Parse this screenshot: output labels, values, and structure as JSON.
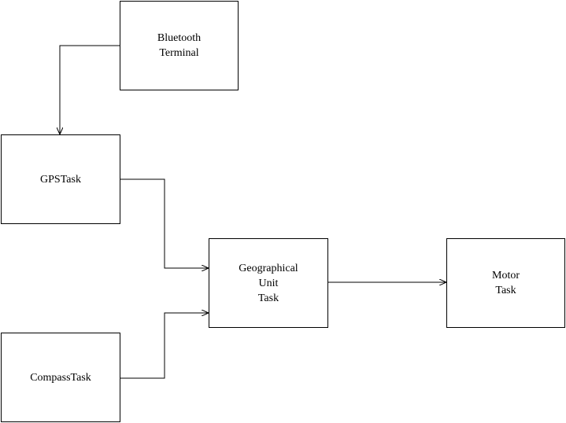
{
  "diagram": {
    "nodes": {
      "bluetooth_terminal": "Bluetooth\nTerminal",
      "gps_task": "GPSTask",
      "compass_task": "CompassTask",
      "geographical_unit_task": "Geographical\nUnit\nTask",
      "motor_task": "Motor\nTask"
    },
    "edges": [
      {
        "from": "bluetooth_terminal",
        "to": "gps_task"
      },
      {
        "from": "gps_task",
        "to": "geographical_unit_task"
      },
      {
        "from": "compass_task",
        "to": "geographical_unit_task"
      },
      {
        "from": "geographical_unit_task",
        "to": "motor_task"
      }
    ],
    "line_color": "#000000"
  }
}
